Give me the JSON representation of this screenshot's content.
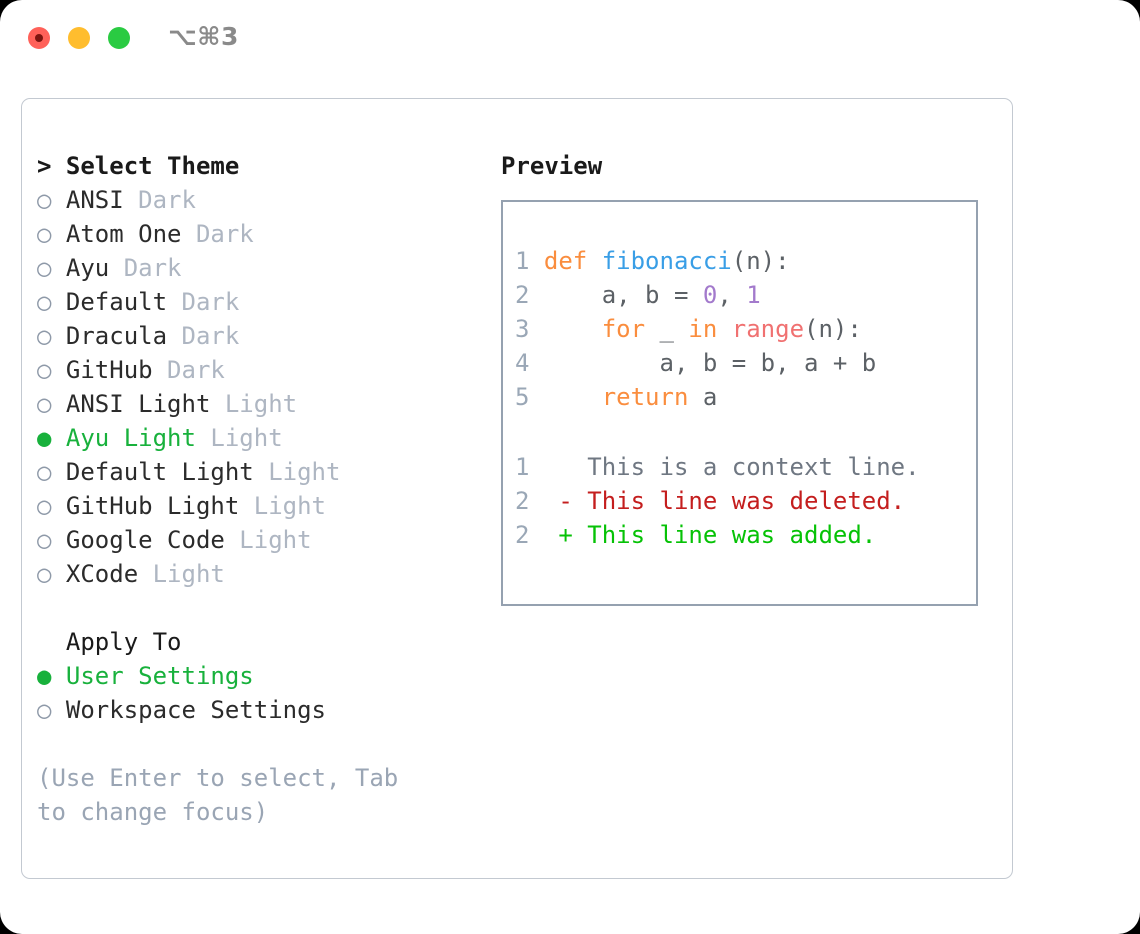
{
  "window": {
    "shortcut_label": "⌥⌘3",
    "traffic_lights": [
      {
        "name": "close",
        "color": "#FF6159",
        "has_dot": true
      },
      {
        "name": "minimize",
        "color": "#FFBD2E",
        "has_dot": false
      },
      {
        "name": "maximize",
        "color": "#2ACB42",
        "has_dot": false
      }
    ]
  },
  "theme_section": {
    "caret": ">",
    "title": "Select Theme",
    "title_line": "> Select Theme",
    "options": [
      {
        "marker": "○",
        "name": "ANSI",
        "kind": "Dark",
        "selected": false
      },
      {
        "marker": "○",
        "name": "Atom One",
        "kind": "Dark",
        "selected": false
      },
      {
        "marker": "○",
        "name": "Ayu",
        "kind": "Dark",
        "selected": false
      },
      {
        "marker": "○",
        "name": "Default",
        "kind": "Dark",
        "selected": false
      },
      {
        "marker": "○",
        "name": "Dracula",
        "kind": "Dark",
        "selected": false
      },
      {
        "marker": "○",
        "name": "GitHub",
        "kind": "Dark",
        "selected": false
      },
      {
        "marker": "○",
        "name": "ANSI Light",
        "kind": "Light",
        "selected": false
      },
      {
        "marker": "●",
        "name": "Ayu Light",
        "kind": "Light",
        "selected": true
      },
      {
        "marker": "○",
        "name": "Default Light",
        "kind": "Light",
        "selected": false
      },
      {
        "marker": "○",
        "name": "GitHub Light",
        "kind": "Light",
        "selected": false
      },
      {
        "marker": "○",
        "name": "Google Code",
        "kind": "Light",
        "selected": false
      },
      {
        "marker": "○",
        "name": "XCode",
        "kind": "Light",
        "selected": false
      }
    ]
  },
  "apply_section": {
    "heading": "  Apply To",
    "heading_text": "Apply To",
    "options": [
      {
        "marker": "●",
        "name": "User Settings",
        "selected": true
      },
      {
        "marker": "○",
        "name": "Workspace Settings",
        "selected": false
      }
    ]
  },
  "hint": "(Use Enter to select, Tab to change focus)",
  "preview": {
    "title": "Preview",
    "code_lines": [
      {
        "num": "1",
        "tokens": [
          {
            "t": "def ",
            "c": "kw"
          },
          {
            "t": "fibonacci",
            "c": "fn"
          },
          {
            "t": "(n):",
            "c": "punct"
          }
        ]
      },
      {
        "num": "2",
        "tokens": [
          {
            "t": "    a, b = ",
            "c": "plain"
          },
          {
            "t": "0",
            "c": "num"
          },
          {
            "t": ", ",
            "c": "plain"
          },
          {
            "t": "1",
            "c": "num"
          }
        ]
      },
      {
        "num": "3",
        "tokens": [
          {
            "t": "    ",
            "c": "plain"
          },
          {
            "t": "for",
            "c": "kw"
          },
          {
            "t": " _ ",
            "c": "plain"
          },
          {
            "t": "in",
            "c": "kw"
          },
          {
            "t": " ",
            "c": "plain"
          },
          {
            "t": "range",
            "c": "builtin"
          },
          {
            "t": "(n):",
            "c": "punct"
          }
        ]
      },
      {
        "num": "4",
        "tokens": [
          {
            "t": "        a, b = b, a + b",
            "c": "plain"
          }
        ]
      },
      {
        "num": "5",
        "tokens": [
          {
            "t": "    ",
            "c": "plain"
          },
          {
            "t": "return",
            "c": "kw"
          },
          {
            "t": " a",
            "c": "plain"
          }
        ]
      }
    ],
    "diff_lines": [
      {
        "num": "1",
        "sign": " ",
        "text": "This is a context line.",
        "kind": "ctx"
      },
      {
        "num": "2",
        "sign": "-",
        "text": "This line was deleted.",
        "kind": "removed"
      },
      {
        "num": "2",
        "sign": "+",
        "text": "This line was added.",
        "kind": "added"
      }
    ]
  },
  "colors": {
    "selected_green": "#18B13C",
    "muted_gray": "#AEB6C2",
    "hint_gray": "#9AA5B4",
    "keyword_orange": "#FA8D3E",
    "function_blue": "#399EE6",
    "number_purple": "#A37ACC",
    "builtin_red": "#F07171",
    "diff_removed": "#C41E1E",
    "diff_added": "#06C206",
    "panel_border": "#C3C9D1",
    "preview_border": "#95A1B0"
  }
}
